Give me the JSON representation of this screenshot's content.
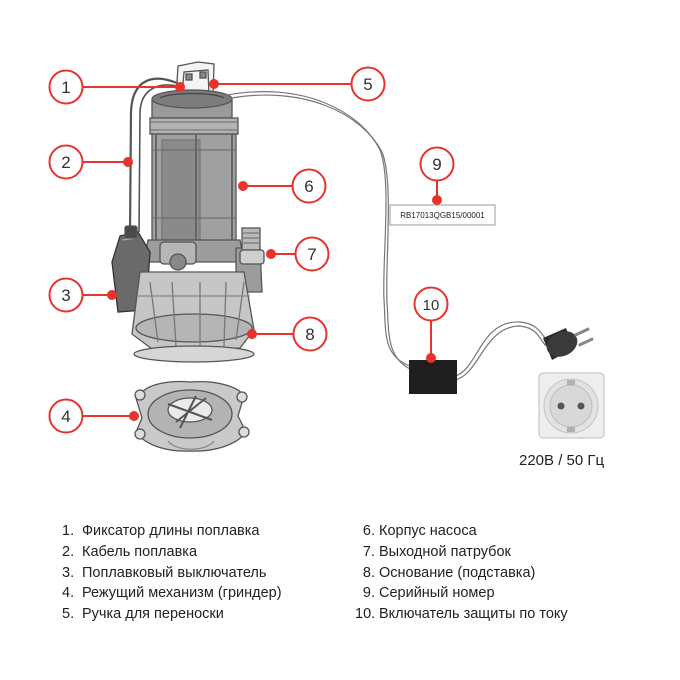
{
  "colors": {
    "accent": "#e8322c",
    "line": "#555555",
    "dark": "#222222"
  },
  "callouts": [
    {
      "num": "1"
    },
    {
      "num": "2"
    },
    {
      "num": "3"
    },
    {
      "num": "4"
    },
    {
      "num": "5"
    },
    {
      "num": "6"
    },
    {
      "num": "7"
    },
    {
      "num": "8"
    },
    {
      "num": "9"
    },
    {
      "num": "10"
    }
  ],
  "serial_label": "RB17013QGB15/00001",
  "voltage": "220В / 50 Гц",
  "legend": {
    "left": [
      {
        "num": "1.",
        "text": "Фиксатор длины поплавка"
      },
      {
        "num": "2.",
        "text": "Кабель поплавка"
      },
      {
        "num": "3.",
        "text": "Поплавковый выключатель"
      },
      {
        "num": "4.",
        "text": "Режущий механизм (гриндер)"
      },
      {
        "num": "5.",
        "text": "Ручка для переноски"
      }
    ],
    "right": [
      {
        "num": "6.",
        "text": "Корпус насоса"
      },
      {
        "num": "7.",
        "text": "Выходной патрубок"
      },
      {
        "num": "8.",
        "text": "Основание (подставка)"
      },
      {
        "num": "9.",
        "text": "Серийный номер"
      },
      {
        "num": "10.",
        "text": "Включатель защиты по току"
      }
    ]
  }
}
